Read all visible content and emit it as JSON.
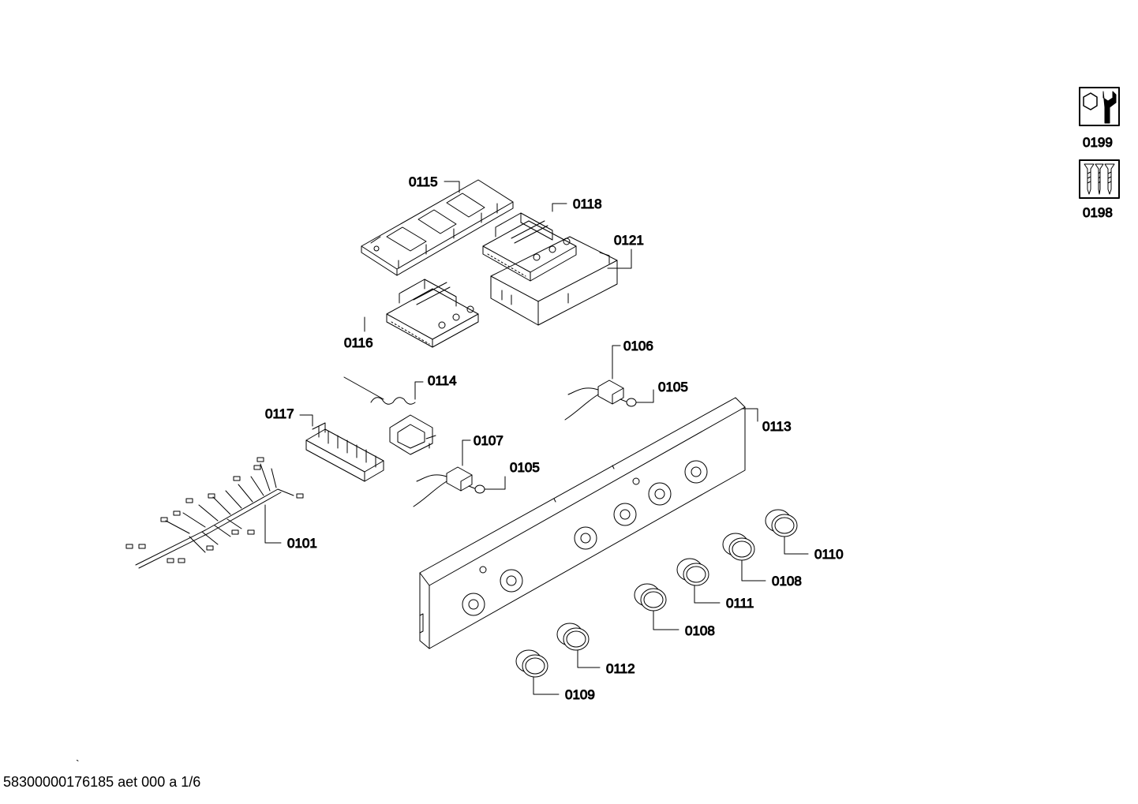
{
  "labels": {
    "p0101": "0101",
    "p0105a": "0105",
    "p0105b": "0105",
    "p0106": "0106",
    "p0107": "0107",
    "p0108a": "0108",
    "p0108b": "0108",
    "p0109": "0109",
    "p0110": "0110",
    "p0111": "0111",
    "p0112": "0112",
    "p0113": "0113",
    "p0114": "0114",
    "p0115": "0115",
    "p0116": "0116",
    "p0117": "0117",
    "p0118": "0118",
    "p0121": "0121",
    "p0198": "0198",
    "p0199": "0199"
  },
  "icons": {
    "p0199": "nut-wrench-icon",
    "p0198": "screws-icon"
  },
  "footer": {
    "mark": "`",
    "doc_id": "58300000176185 aet 000 a 1/6"
  }
}
